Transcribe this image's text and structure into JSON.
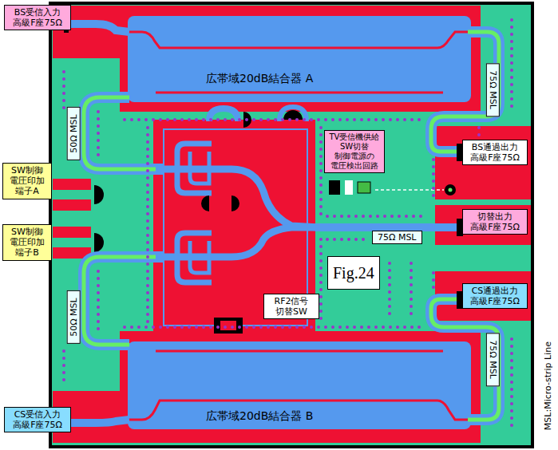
{
  "diagram": {
    "nodes": [
      {
        "text": [
          "BS受信入力 高級F座75Ω"
        ]
      },
      {
        "text": [
          "75Ω MSL"
        ]
      },
      {
        "text": [
          "50Ω MSL"
        ]
      },
      {
        "text": [
          "TV受信機供給 SW切替 制御電源の 電圧検出回路"
        ]
      },
      {
        "text": [
          "BS通過出力 高級F座75Ω"
        ]
      },
      {
        "text": [
          "SW制御 電圧印加 端子A"
        ]
      },
      {
        "text": [
          "切替出力 高級F座75Ω"
        ]
      },
      {
        "text": [
          "75Ω MSL"
        ]
      },
      {
        "text": [
          "SW制御 電圧印加 端子B"
        ]
      },
      {
        "text": [
          "Fig.24"
        ]
      },
      {
        "text": [
          "CS通過出力 高級F座75Ω"
        ]
      },
      {
        "text": [
          "RF2信号 切替SW"
        ]
      },
      {
        "text": [
          "50Ω MSL"
        ]
      },
      {
        "text": [
          "75Ω MSL"
        ]
      },
      {
        "text": [
          "CS受信入力 高級F座75Ω"
        ]
      }
    ],
    "labels": [
      "広帯域20dB結合器 A",
      "広帯域20dB結合器 B",
      "MSL:Micro-strip Line"
    ]
  }
}
